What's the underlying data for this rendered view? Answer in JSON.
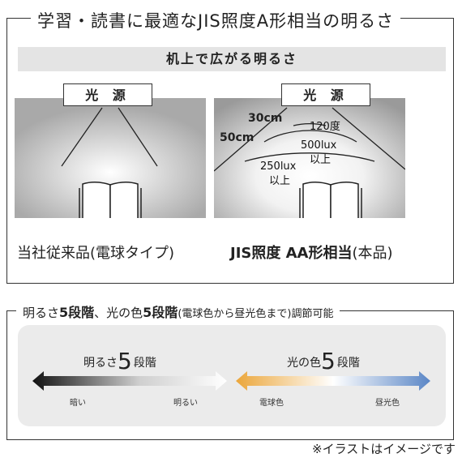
{
  "top_section": {
    "title": "学習・読書に最適なJIS照度A形相当の明るさ",
    "subtitle": "机上で広がる明るさ",
    "light_source_label": "光 源",
    "left_panel": {
      "caption": "当社従来品(電球タイプ)"
    },
    "right_panel": {
      "caption_bold": "JIS照度 AA形相当",
      "caption_suffix": "(本品)",
      "distance_30": "30cm",
      "distance_50": "50cm",
      "ring_120": "120度",
      "ring_500_a": "500lux",
      "ring_500_b": "以上",
      "ring_250_a": "250lux",
      "ring_250_b": "以上"
    }
  },
  "bottom_section": {
    "title_parts": [
      "明るさ",
      "5段階",
      "、光の色",
      "5段階",
      "(電球色から昼光色まで)調節可能"
    ],
    "brightness": {
      "title_prefix": "明るさ",
      "title_number": "5",
      "title_suffix": "段階",
      "left_end": "暗い",
      "right_end": "明るい",
      "colors": [
        "#111111",
        "#ffffff"
      ]
    },
    "color": {
      "title_prefix": "光の色",
      "title_number": "5",
      "title_suffix": "段階",
      "left_end": "電球色",
      "right_end": "昼光色",
      "colors": [
        "#eba63a",
        "#ffffff",
        "#5a86c6"
      ]
    }
  },
  "note": "※イラストはイメージです"
}
